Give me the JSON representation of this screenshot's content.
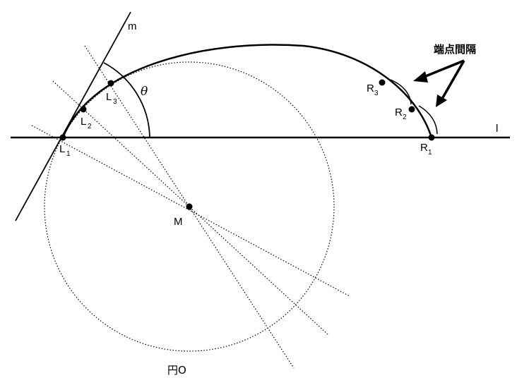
{
  "labels": {
    "line_m": "m",
    "line_l": "l",
    "theta": "θ",
    "point_M": "M",
    "circle_name": "円O",
    "annotation": "端点間隔",
    "L1": {
      "base": "L",
      "sub": "1"
    },
    "L2": {
      "base": "L",
      "sub": "2"
    },
    "L3": {
      "base": "L",
      "sub": "3"
    },
    "R1": {
      "base": "R",
      "sub": "1"
    },
    "R2": {
      "base": "R",
      "sub": "2"
    },
    "R3": {
      "base": "R",
      "sub": "3"
    }
  },
  "colors": {
    "ink": "#000000",
    "background": "#ffffff"
  }
}
